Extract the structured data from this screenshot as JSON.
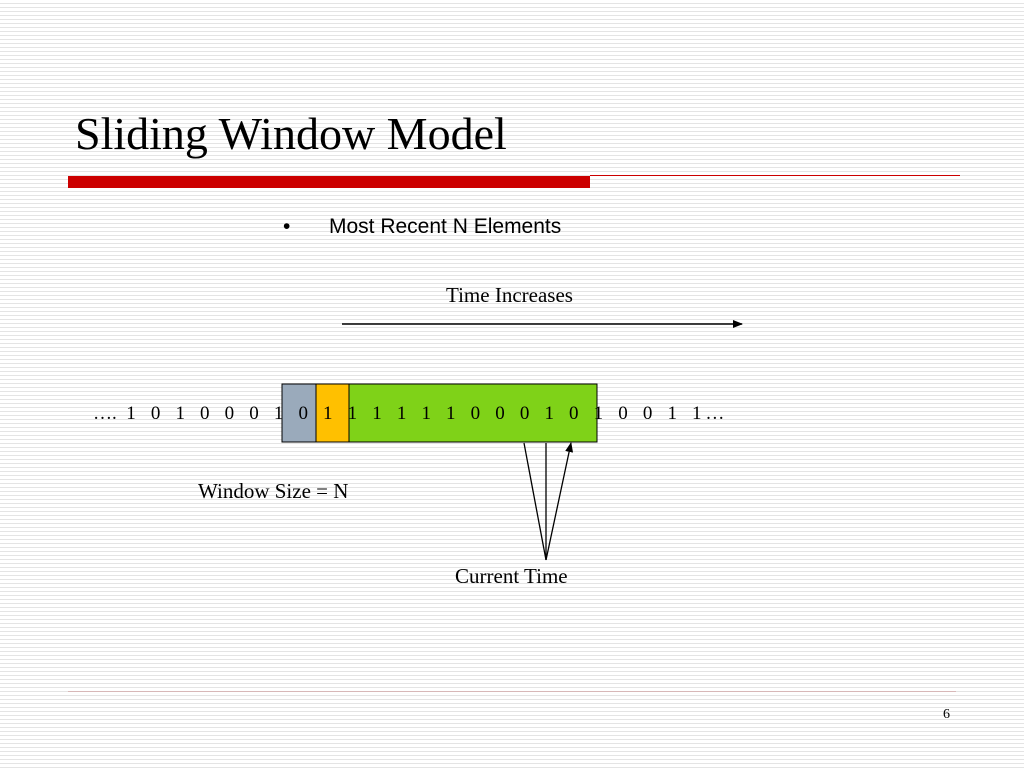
{
  "slide": {
    "title": "Sliding Window Model",
    "bullet_symbol": "•",
    "bullet_text": "Most Recent N Elements",
    "page_number": "6"
  },
  "diagram": {
    "time_label": "Time Increases",
    "sequence_prefix": "….",
    "sequence_suffix": "…",
    "bits": [
      "1",
      "0",
      "1",
      "0",
      "0",
      "0",
      "1",
      "0",
      "1",
      "1",
      "1",
      "1",
      "1",
      "1",
      "0",
      "0",
      "0",
      "1",
      "0",
      "1",
      "0",
      "0",
      "1",
      "1"
    ],
    "window_size_label": "Window Size = N",
    "current_time_label": "Current Time"
  },
  "colors": {
    "title_bar_red": "#cc0000",
    "window_green": "#7fd218",
    "expired_element": "#9aaabb",
    "oldest_element": "#ffc000",
    "outline": "#000000"
  }
}
